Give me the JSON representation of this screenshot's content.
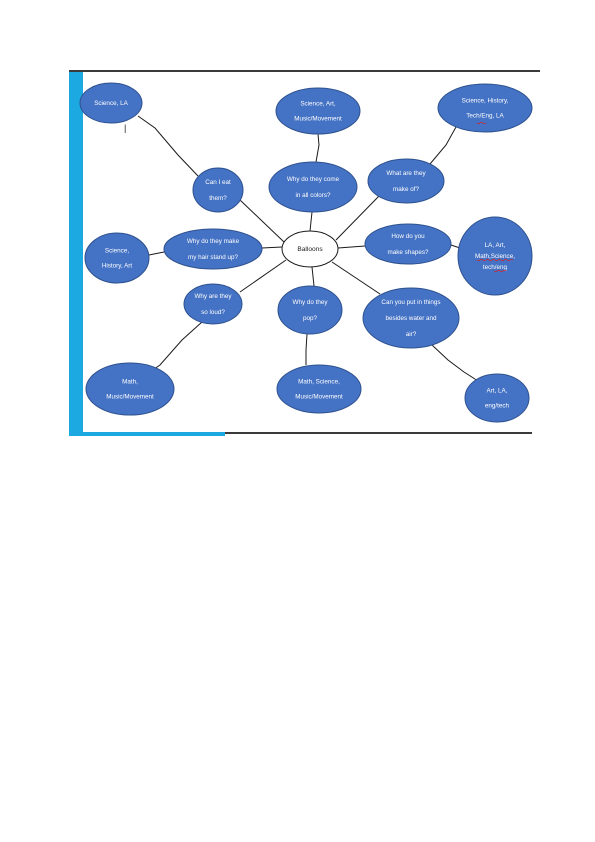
{
  "center": {
    "label": "Balloons"
  },
  "questions": [
    {
      "id": "eat",
      "lines": [
        "Can I eat",
        "them?"
      ]
    },
    {
      "id": "colors",
      "lines": [
        "Why do they come",
        "in all colors?"
      ]
    },
    {
      "id": "made",
      "lines": [
        "What are they",
        "make of?"
      ]
    },
    {
      "id": "hair",
      "lines": [
        "Why do they make",
        "my hair stand up?"
      ]
    },
    {
      "id": "shapes",
      "lines": [
        "How do you",
        "make shapes?"
      ]
    },
    {
      "id": "loud",
      "lines": [
        "Why are they",
        "so loud?"
      ]
    },
    {
      "id": "pop",
      "lines": [
        "Why do they",
        "pop?"
      ]
    },
    {
      "id": "things",
      "lines": [
        "Can you put in things",
        "besides water and",
        "air?"
      ]
    }
  ],
  "subjects": [
    {
      "id": "eat-subj",
      "lines": [
        "Science, LA"
      ]
    },
    {
      "id": "colors-subj",
      "lines": [
        "Science, Art,",
        "Music/Movement"
      ]
    },
    {
      "id": "made-subj",
      "lines": [
        "Science, History,",
        "Tech/Eng, LA"
      ]
    },
    {
      "id": "hair-subj",
      "lines": [
        "Science,",
        "History, Art"
      ]
    },
    {
      "id": "shapes-subj",
      "lines": [
        "LA, Art,",
        "Math,Science,",
        "tech/eng"
      ]
    },
    {
      "id": "loud-subj",
      "lines": [
        "Math,",
        "Music/Movement"
      ]
    },
    {
      "id": "pop-subj",
      "lines": [
        "Math, Science,",
        "Music/Movement"
      ]
    },
    {
      "id": "things-subj",
      "lines": [
        "Art, LA,",
        "eng/tech"
      ]
    }
  ],
  "stray_mark": "|",
  "colors": {
    "bubble": "#4472c4",
    "accent": "#1ca9e1"
  }
}
